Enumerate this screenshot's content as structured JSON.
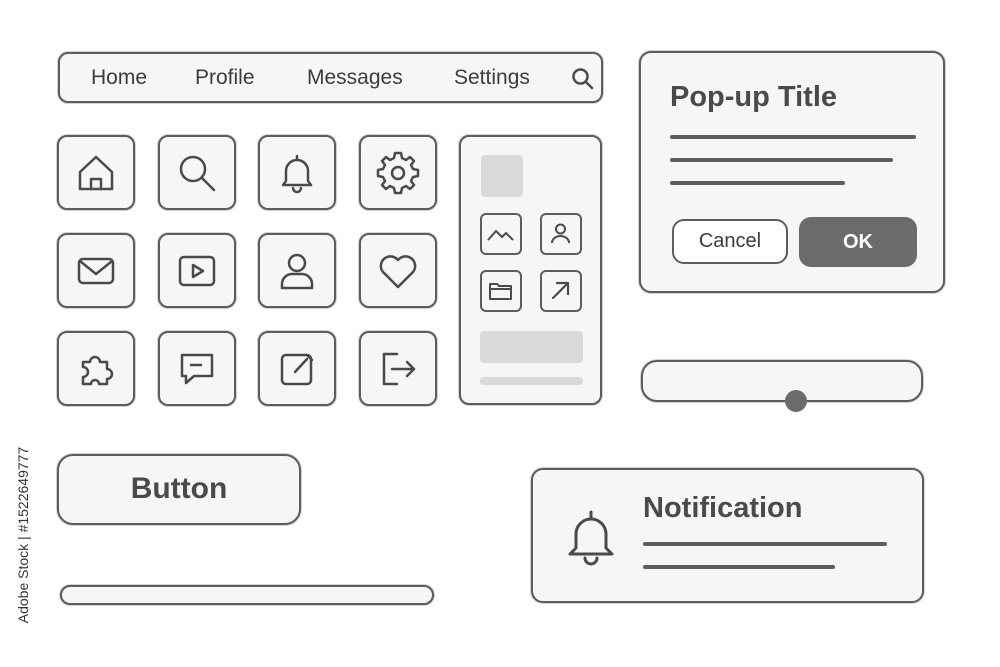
{
  "navbar": {
    "items": [
      {
        "label": "Home"
      },
      {
        "label": "Profile"
      },
      {
        "label": "Messages"
      },
      {
        "label": "Settings"
      }
    ],
    "search_icon": "search-icon"
  },
  "icon_grid": [
    "home-icon",
    "search-icon",
    "bell-icon",
    "gear-icon",
    "mail-icon",
    "video-play-icon",
    "user-icon",
    "heart-icon",
    "puzzle-icon",
    "chat-icon",
    "edit-icon",
    "logout-icon"
  ],
  "phone_panel": {
    "icons": [
      "image-icon",
      "contact-icon",
      "folder-icon",
      "share-arrow-icon"
    ]
  },
  "popup": {
    "title": "Pop-up Title",
    "cancel_label": "Cancel",
    "ok_label": "OK"
  },
  "slider": {
    "value": 0.55
  },
  "button": {
    "label": "Button"
  },
  "notification": {
    "title": "Notification",
    "icon": "bell-icon"
  },
  "watermark": {
    "text": "Adobe Stock | #1522649777"
  },
  "colors": {
    "outline": "#5d5d5d",
    "fill": "#f6f6f6",
    "accent_button": "#6b6b6b",
    "placeholder": "#d9d9d9"
  }
}
